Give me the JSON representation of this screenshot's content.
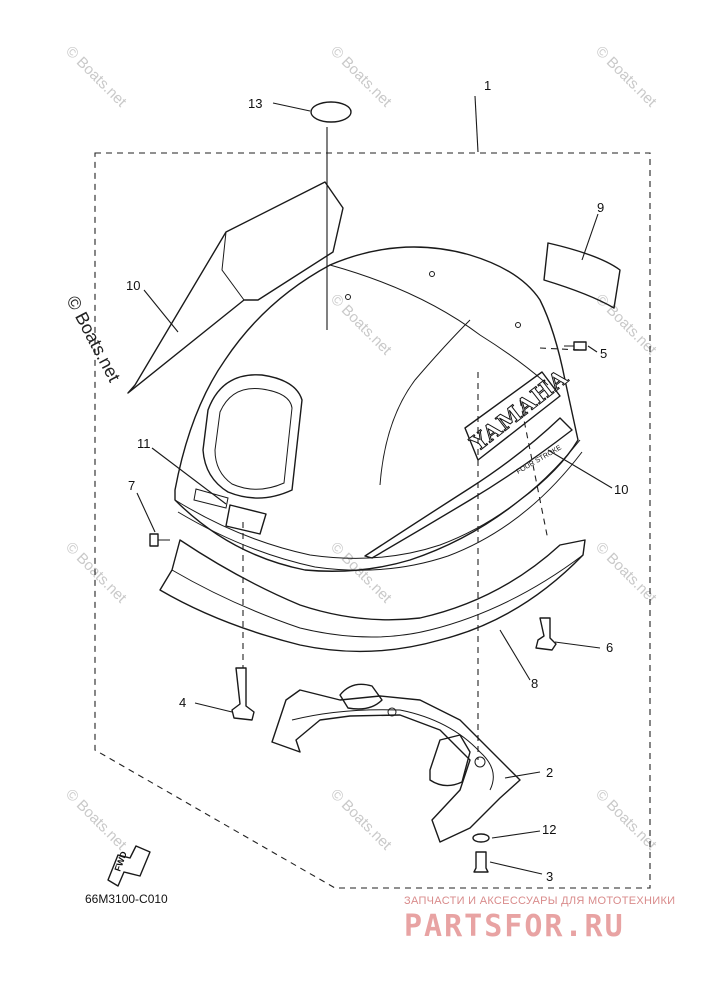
{
  "diagram": {
    "part_numbers": [
      "1",
      "2",
      "3",
      "4",
      "5",
      "6",
      "7",
      "8",
      "9",
      "10",
      "10",
      "11",
      "12",
      "13"
    ],
    "drawing_code": "66M3100-C010",
    "fwd_label": "FWD",
    "hood_brand": "YAMAHA",
    "hood_sub": "FOUR STROKE"
  },
  "watermark": {
    "text": "© Boats.net",
    "side_text": "© Boats.net"
  },
  "promo": {
    "tagline": "ЗАПЧАСТИ И АКСЕССУАРЫ ДЛЯ МОТОТЕХНИКИ",
    "site": "PARTSFOR.RU"
  }
}
